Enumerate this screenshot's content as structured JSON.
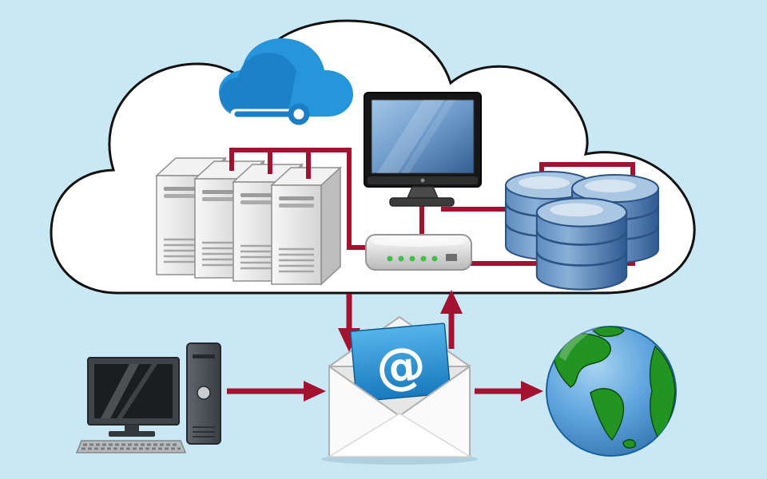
{
  "diagram": {
    "name": "cloud-computing-email-network-diagram",
    "background_color": "#cae8f4",
    "cloud_fill": "#ffffff",
    "cloud_stroke": "#111111",
    "connector_color": "#a31230",
    "nodes": {
      "cloud_platform_icon": {
        "name": "cloud-service-logo",
        "primary_color": "#2596db",
        "secondary_color": "#1b7ec6"
      },
      "servers": {
        "name": "server-rack",
        "count": 4,
        "body_color": "#e9e9e9"
      },
      "monitor": {
        "name": "display-screen",
        "frame_color": "#161616",
        "screen_color": "#6d9aca"
      },
      "router": {
        "name": "network-router",
        "body_color": "#e3e3e3",
        "led_color": "#3fbf48",
        "led_count": 5
      },
      "databases": {
        "name": "database-cluster",
        "count": 3,
        "body_color": "#4a77ad"
      },
      "desktop": {
        "name": "desktop-computer",
        "body_color": "#45494d"
      },
      "email": {
        "name": "email-envelope",
        "at_symbol": "@",
        "letter_color": "#2a93d5",
        "envelope_color": "#f6f6f6"
      },
      "globe": {
        "name": "internet-globe",
        "ocean_color": "#3c86cb",
        "land_color": "#219421"
      }
    },
    "connections": [
      {
        "from": "servers",
        "to": "router"
      },
      {
        "from": "monitor",
        "to": "router"
      },
      {
        "from": "monitor",
        "to": "databases"
      },
      {
        "from": "router",
        "to": "databases"
      },
      {
        "from": "cloud",
        "to": "email",
        "arrow": "down"
      },
      {
        "from": "email",
        "to": "cloud",
        "arrow": "up"
      },
      {
        "from": "desktop",
        "to": "email",
        "arrow": "right"
      },
      {
        "from": "email",
        "to": "globe",
        "arrow": "right"
      }
    ]
  }
}
